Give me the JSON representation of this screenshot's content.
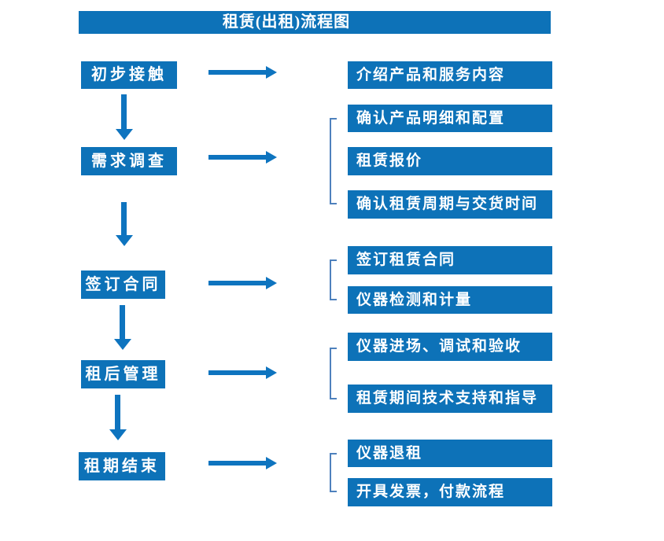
{
  "title": "租赁(出租)流程图",
  "colors": {
    "box_blue": "#0d72b8",
    "arrow_blue": "#0e74bf",
    "bracket_blue": "#4e81bd",
    "text_white": "#ffffff"
  },
  "flow": [
    {
      "step": "初步接触",
      "outputs": [
        "介绍产品和服务内容"
      ]
    },
    {
      "step": "需求调查",
      "outputs": [
        "确认产品明细和配置",
        "租赁报价",
        "确认租赁周期与交货时间"
      ]
    },
    {
      "step": "签订合同",
      "outputs": [
        "签订租赁合同",
        "仪器检测和计量"
      ]
    },
    {
      "step": "租后管理",
      "outputs": [
        "仪器进场、调试和验收",
        "租赁期间技术支持和指导"
      ]
    },
    {
      "step": "租期结束",
      "outputs": [
        "仪器退租",
        "开具发票，付款流程"
      ]
    }
  ]
}
